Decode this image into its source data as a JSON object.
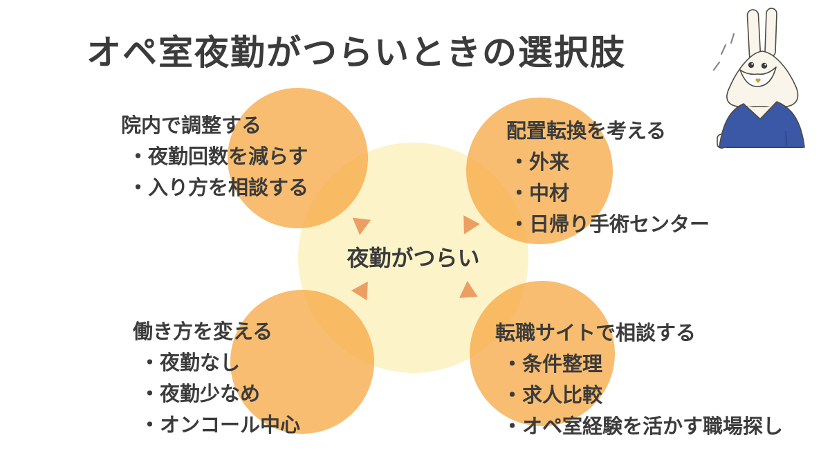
{
  "title": "オペ室夜勤がつらいときの選択肢",
  "center": {
    "label": "夜勤がつらい"
  },
  "options": {
    "top_left": {
      "heading": "院内で調整する",
      "items": [
        "・夜勤回数を減らす",
        "・入り方を相談する"
      ]
    },
    "top_right": {
      "heading": "配置転換を考える",
      "items": [
        "・外来",
        "・中材",
        "・日帰り手術センター"
      ]
    },
    "bottom_left": {
      "heading": "働き方を変える",
      "items": [
        "・夜勤なし",
        "・夜勤少なめ",
        "・オンコール中心"
      ]
    },
    "bottom_right": {
      "heading": "転職サイトで相談する",
      "items": [
        "・条件整理",
        "・求人比較",
        "・オペ室経験を活かす職場探し"
      ]
    }
  },
  "icons": {
    "arrows": "inward-arrowhead-icon",
    "mascot": "rabbit-nurse-in-blue-scrubs"
  },
  "colors": {
    "background": "#FFFFFF",
    "option_circle": "#F8BC6C",
    "center_circle": "#FDF3C9",
    "arrow": "#EC9F63",
    "text": "#3B3B3B",
    "scrub_blue": "#3B58A6",
    "rabbit_cream": "#F9F5EB"
  }
}
